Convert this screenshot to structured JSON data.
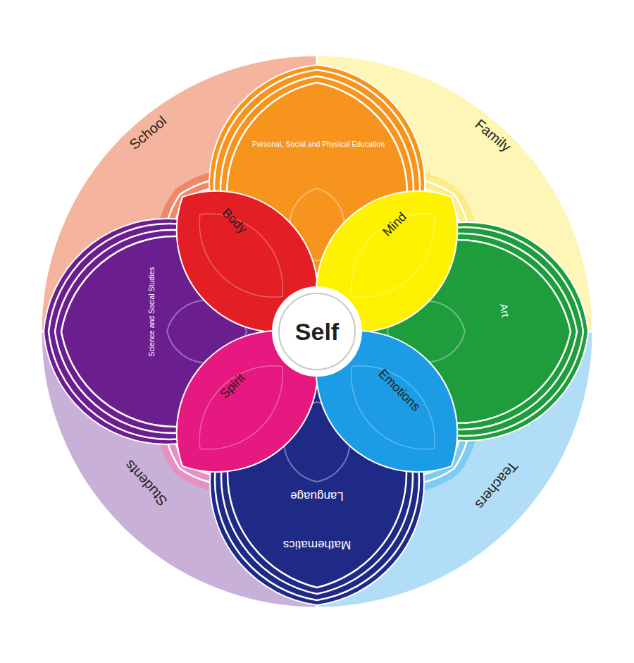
{
  "diagram": {
    "nodes": [
      {
        "text": [
          "School"
        ]
      },
      {
        "text": [
          "Family"
        ]
      },
      {
        "text": [
          "Personal, Social and Physical Education"
        ]
      },
      {
        "text": [
          "Body"
        ]
      },
      {
        "text": [
          "Mind"
        ]
      },
      {
        "text": [
          "Science and Social Studies"
        ]
      },
      {
        "text": [
          "Self"
        ]
      },
      {
        "text": [
          "Art"
        ]
      },
      {
        "text": [
          "Spirit"
        ]
      },
      {
        "text": [
          "Emotions"
        ]
      },
      {
        "text": [
          "Students"
        ]
      },
      {
        "text": [
          "Language",
          "Mathematics"
        ]
      },
      {
        "text": [
          "Teachers"
        ]
      }
    ]
  }
}
